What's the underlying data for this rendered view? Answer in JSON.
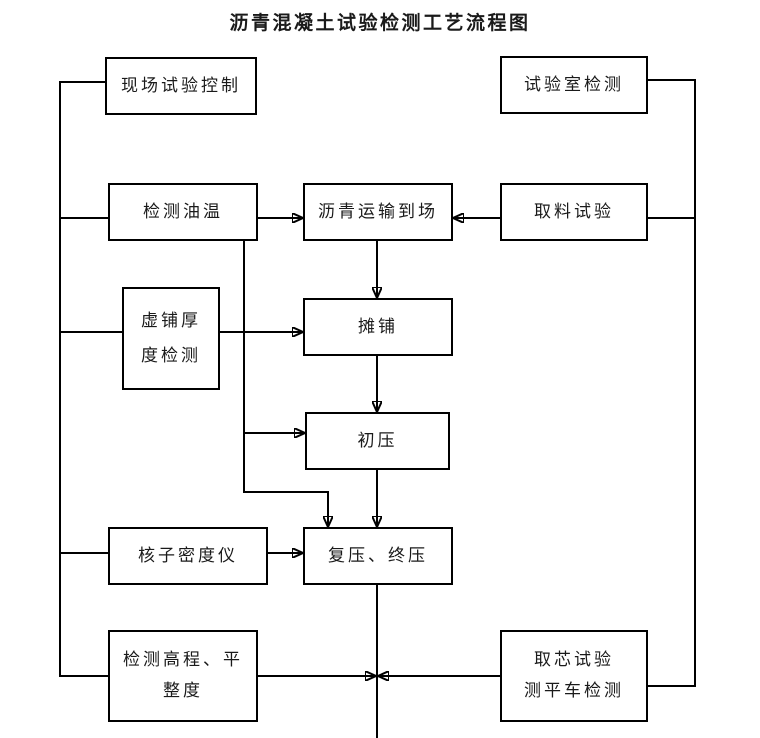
{
  "title": "沥青混凝土试验检测工艺流程图",
  "nodes": {
    "site_control": {
      "label": "现场试验控制"
    },
    "lab_testing": {
      "label": "试验室检测"
    },
    "oil_temp": {
      "label": "检测油温"
    },
    "asphalt_arrival": {
      "label": "沥青运输到场"
    },
    "sampling_test": {
      "label": "取料试验"
    },
    "loose_thickness": {
      "lines": [
        "虚铺厚",
        "度检测"
      ]
    },
    "paving": {
      "label": "摊铺"
    },
    "initial_compaction": {
      "label": "初压"
    },
    "density_gauge": {
      "label": "核子密度仪"
    },
    "final_compaction": {
      "label": "复压、终压"
    },
    "elevation_check": {
      "lines": [
        "检测高程、平",
        "整度"
      ]
    },
    "core_test": {
      "lines": [
        "取芯试验",
        "测平车检测"
      ]
    }
  },
  "colors": {
    "line": "#000000",
    "text": "#1a1a1a",
    "background": "#ffffff"
  }
}
